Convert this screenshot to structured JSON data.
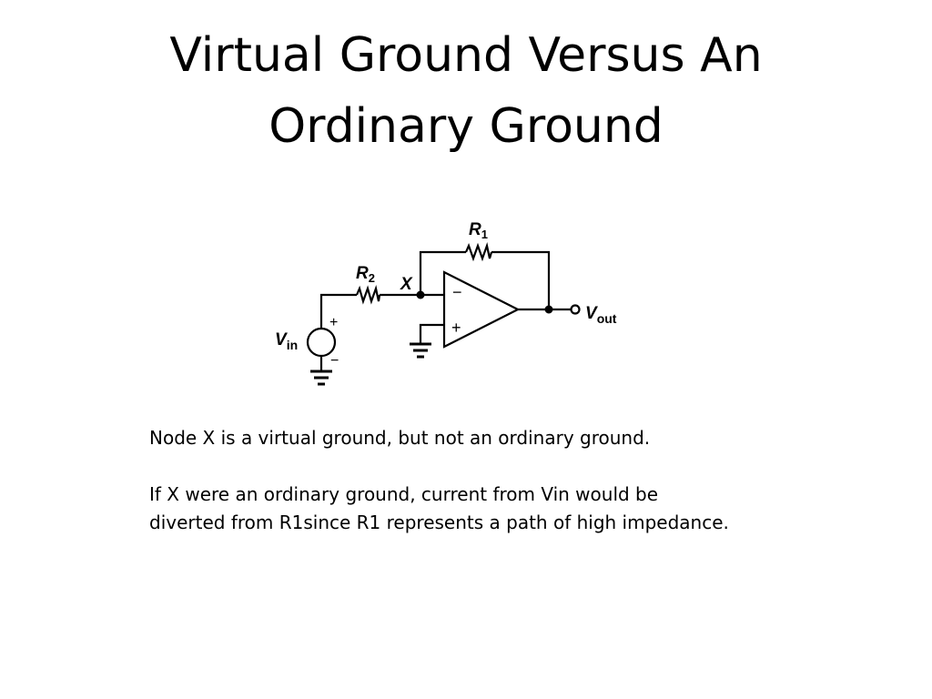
{
  "slide": {
    "title_line1": "Virtual Ground Versus An",
    "title_line2": "Ordinary Ground"
  },
  "diagram": {
    "r1_label": "R",
    "r1_sub": "1",
    "r2_label": "R",
    "r2_sub": "2",
    "node_label": "X",
    "vin_label": "V",
    "vin_sub": "in",
    "vout_label": "V",
    "vout_sub": "out",
    "minus_sign": "−",
    "plus_sign": "+"
  },
  "body": {
    "para1": "Node X is a virtual ground, but not an ordinary ground.",
    "para2_line1": "If X were an ordinary ground, current from Vin would be",
    "para2_line2": "diverted from R1since R1 represents a path of high impedance."
  }
}
